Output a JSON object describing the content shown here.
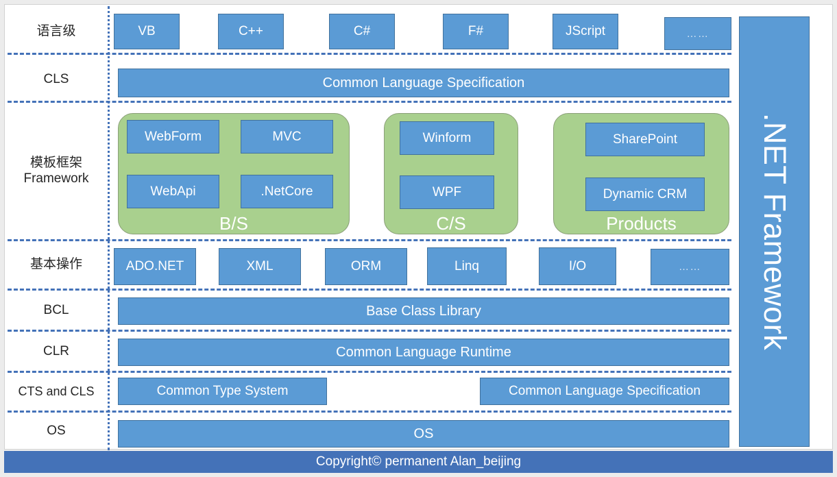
{
  "colors": {
    "box_blue": "#5B9BD5",
    "box_blue_border": "#41719C",
    "group_green": "#A9D08E",
    "divider_blue": "#4472B8",
    "footer_blue": "#4472B8",
    "canvas_white": "#FFFFFF",
    "page_gray": "#ECECEC",
    "text_dark": "#262626",
    "text_white": "#FFFFFF"
  },
  "side_bar": {
    "label": ".NET Framework"
  },
  "footer": {
    "text": "Copyright©  permanent  Alan_beijing"
  },
  "rows": [
    {
      "id": "language",
      "label": "语言级",
      "items": [
        {
          "label": "VB"
        },
        {
          "label": "C++"
        },
        {
          "label": "C#"
        },
        {
          "label": "F#"
        },
        {
          "label": "JScript"
        },
        {
          "label": "……"
        }
      ]
    },
    {
      "id": "cls",
      "label": "CLS",
      "items": [
        {
          "label": "Common Language Specification"
        }
      ]
    },
    {
      "id": "framework",
      "label": "模板框架\nFramework",
      "groups": [
        {
          "name": "B/S",
          "items": [
            "WebForm",
            "MVC",
            "WebApi",
            ".NetCore"
          ]
        },
        {
          "name": "C/S",
          "items": [
            "Winform",
            "WPF"
          ]
        },
        {
          "name": "Products",
          "items": [
            "SharePoint",
            "Dynamic CRM"
          ]
        }
      ]
    },
    {
      "id": "basic",
      "label": "基本操作",
      "items": [
        {
          "label": "ADO.NET"
        },
        {
          "label": "XML"
        },
        {
          "label": "ORM"
        },
        {
          "label": "Linq"
        },
        {
          "label": "I/O"
        },
        {
          "label": "……"
        }
      ]
    },
    {
      "id": "bcl",
      "label": "BCL",
      "items": [
        {
          "label": "Base Class Library"
        }
      ]
    },
    {
      "id": "clr",
      "label": "CLR",
      "items": [
        {
          "label": "Common Language Runtime"
        }
      ]
    },
    {
      "id": "cts_cls",
      "label": "CTS and CLS",
      "items": [
        {
          "label": "Common Type System"
        },
        {
          "label": "Common Language Specification"
        }
      ]
    },
    {
      "id": "os",
      "label": "OS",
      "items": [
        {
          "label": "OS"
        }
      ]
    }
  ]
}
